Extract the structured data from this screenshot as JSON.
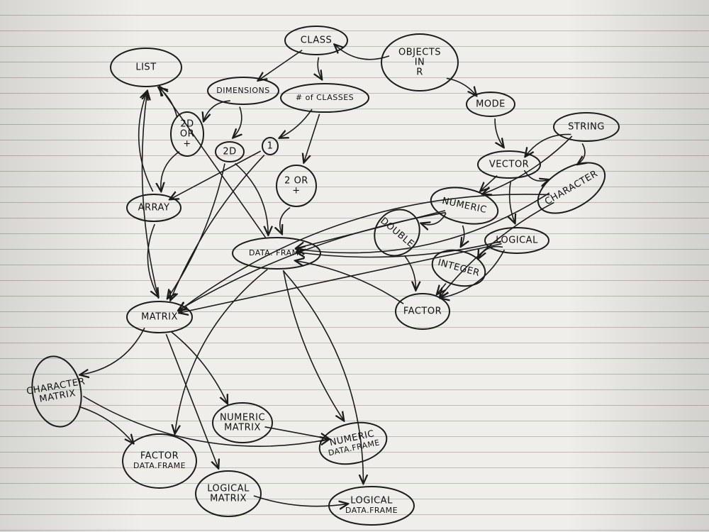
{
  "nodes": [
    {
      "id": "objects",
      "lines": [
        "OBJECTS",
        "IN",
        "R"
      ]
    },
    {
      "id": "class",
      "lines": [
        "CLASS"
      ]
    },
    {
      "id": "list",
      "lines": [
        "LIST"
      ]
    },
    {
      "id": "dimensions",
      "lines": [
        "DIMENSIONS"
      ]
    },
    {
      "id": "num-classes",
      "lines": [
        "# of CLASSES"
      ]
    },
    {
      "id": "mode",
      "lines": [
        "MODE"
      ]
    },
    {
      "id": "two-d-plus",
      "lines": [
        "2D",
        "OR",
        "+"
      ]
    },
    {
      "id": "two-d",
      "lines": [
        "2D"
      ]
    },
    {
      "id": "one",
      "lines": [
        "1"
      ]
    },
    {
      "id": "two-or-plus",
      "lines": [
        "2 OR",
        "+"
      ]
    },
    {
      "id": "string",
      "lines": [
        "STRING"
      ]
    },
    {
      "id": "vector",
      "lines": [
        "VECTOR"
      ]
    },
    {
      "id": "character",
      "lines": [
        "CHARACTER"
      ]
    },
    {
      "id": "numeric",
      "lines": [
        "NUMERIC"
      ]
    },
    {
      "id": "array",
      "lines": [
        "ARRAY"
      ]
    },
    {
      "id": "double",
      "lines": [
        "DOUBLE"
      ]
    },
    {
      "id": "logical",
      "lines": [
        "LOGICAL"
      ]
    },
    {
      "id": "data-frame",
      "lines": [
        "DATA. FRAME"
      ]
    },
    {
      "id": "integer",
      "lines": [
        "INTEGER"
      ]
    },
    {
      "id": "factor",
      "lines": [
        "FACTOR"
      ]
    },
    {
      "id": "matrix",
      "lines": [
        "MATRIX"
      ]
    },
    {
      "id": "character-matrix",
      "lines": [
        "CHARACTER",
        "MATRIX"
      ]
    },
    {
      "id": "numeric-matrix",
      "lines": [
        "NUMERIC",
        "MATRIX"
      ]
    },
    {
      "id": "numeric-dataframe",
      "lines": [
        "NUMERIC",
        "DATA.FRAME"
      ]
    },
    {
      "id": "factor-dataframe",
      "lines": [
        "FACTOR",
        "DATA.FRAME"
      ]
    },
    {
      "id": "logical-matrix",
      "lines": [
        "LOGICAL",
        "MATRIX"
      ]
    },
    {
      "id": "logical-dataframe",
      "lines": [
        "LOGICAL",
        "DATA.FRAME"
      ]
    }
  ],
  "edges": [
    {
      "from": "objects",
      "to": "class"
    },
    {
      "from": "objects",
      "to": "mode"
    },
    {
      "from": "class",
      "to": "dimensions"
    },
    {
      "from": "class",
      "to": "num-classes"
    },
    {
      "from": "dimensions",
      "to": "two-d-plus"
    },
    {
      "from": "dimensions",
      "to": "two-d"
    },
    {
      "from": "num-classes",
      "to": "one"
    },
    {
      "from": "num-classes",
      "to": "two-or-plus"
    },
    {
      "from": "mode",
      "to": "vector"
    },
    {
      "from": "string",
      "to": "vector"
    },
    {
      "from": "string",
      "to": "character"
    },
    {
      "from": "string",
      "to": "numeric"
    },
    {
      "from": "vector",
      "to": "numeric"
    },
    {
      "from": "vector",
      "to": "logical"
    },
    {
      "from": "vector",
      "to": "character"
    },
    {
      "from": "numeric",
      "to": "double"
    },
    {
      "from": "numeric",
      "to": "integer"
    },
    {
      "from": "numeric",
      "to": "data-frame"
    },
    {
      "from": "numeric",
      "to": "matrix"
    },
    {
      "from": "logical",
      "to": "integer"
    },
    {
      "from": "logical",
      "to": "factor"
    },
    {
      "from": "logical",
      "to": "data-frame"
    },
    {
      "from": "logical",
      "to": "matrix"
    },
    {
      "from": "character",
      "to": "factor"
    },
    {
      "from": "character",
      "to": "matrix"
    },
    {
      "from": "character",
      "to": "data-frame"
    },
    {
      "from": "double",
      "to": "factor"
    },
    {
      "from": "integer",
      "to": "factor"
    },
    {
      "from": "factor",
      "to": "data-frame"
    },
    {
      "from": "two-d-plus",
      "to": "array"
    },
    {
      "from": "two-d",
      "to": "data-frame"
    },
    {
      "from": "two-d",
      "to": "matrix"
    },
    {
      "from": "one",
      "to": "array"
    },
    {
      "from": "one",
      "to": "matrix"
    },
    {
      "from": "two-or-plus",
      "to": "data-frame"
    },
    {
      "from": "array",
      "to": "list"
    },
    {
      "from": "matrix",
      "to": "list"
    },
    {
      "from": "data-frame",
      "to": "list"
    },
    {
      "from": "two-d-plus",
      "to": "list"
    },
    {
      "from": "array",
      "to": "matrix"
    },
    {
      "from": "matrix",
      "to": "character-matrix"
    },
    {
      "from": "matrix",
      "to": "numeric-matrix"
    },
    {
      "from": "matrix",
      "to": "logical-matrix"
    },
    {
      "from": "data-frame",
      "to": "numeric-dataframe"
    },
    {
      "from": "data-frame",
      "to": "factor-dataframe"
    },
    {
      "from": "data-frame",
      "to": "logical-dataframe"
    },
    {
      "from": "character-matrix",
      "to": "factor-dataframe"
    },
    {
      "from": "numeric-matrix",
      "to": "numeric-dataframe"
    },
    {
      "from": "logical-matrix",
      "to": "logical-dataframe"
    },
    {
      "from": "character-matrix",
      "to": "numeric-dataframe"
    }
  ]
}
